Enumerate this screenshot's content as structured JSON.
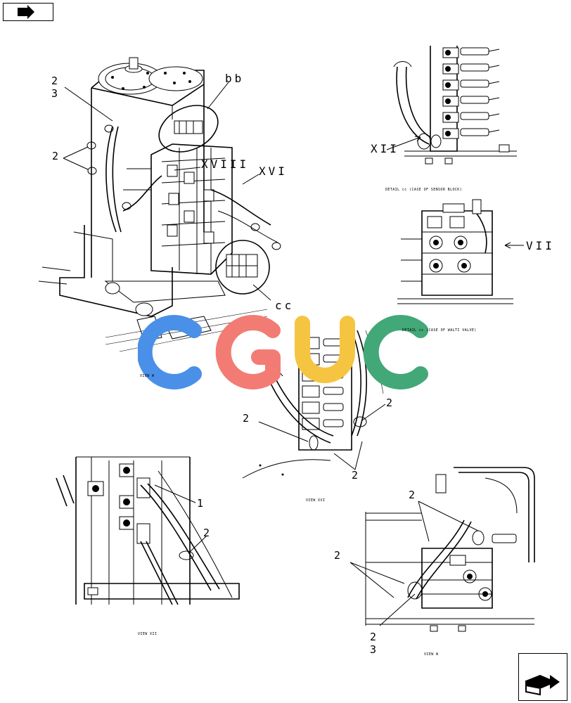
{
  "nav": {
    "prev_icon": "arrow-right-tag-icon",
    "next_icon": "arrow-right-box-icon"
  },
  "labels": {
    "ref_2_a": "2",
    "ref_3_a": "3",
    "ref_2_b": "2",
    "ref_bb": "bb",
    "ref_xviii": "XVIII",
    "ref_xvi": "XVI",
    "ref_cc": "cc",
    "ref_xii": "XII",
    "ref_vii": "VII",
    "ref_2_c": "2",
    "ref_2_d": "2",
    "ref_2_e": "2",
    "ref_1_f": "1",
    "ref_2_f": "2",
    "ref_2_g": "2",
    "ref_2_h": "2",
    "ref_2_i": "2",
    "ref_3_i": "3"
  },
  "captions": {
    "detail_sensor": "DETAIL cc (CASE OF SENSOR BLOCK)",
    "detail_walti": "DETAIL cc (CASE OF WALTI VALVE)",
    "view_w_left": "VIEW W",
    "view_xii": "VIEW XII",
    "view_xvi": "VIEW XVI",
    "view_w_right": "VIEW W"
  },
  "watermark": {
    "letters": [
      "C",
      "G",
      "U",
      "C"
    ],
    "colors": [
      "#4a90e8",
      "#f27c74",
      "#f5c542",
      "#42a877"
    ]
  }
}
